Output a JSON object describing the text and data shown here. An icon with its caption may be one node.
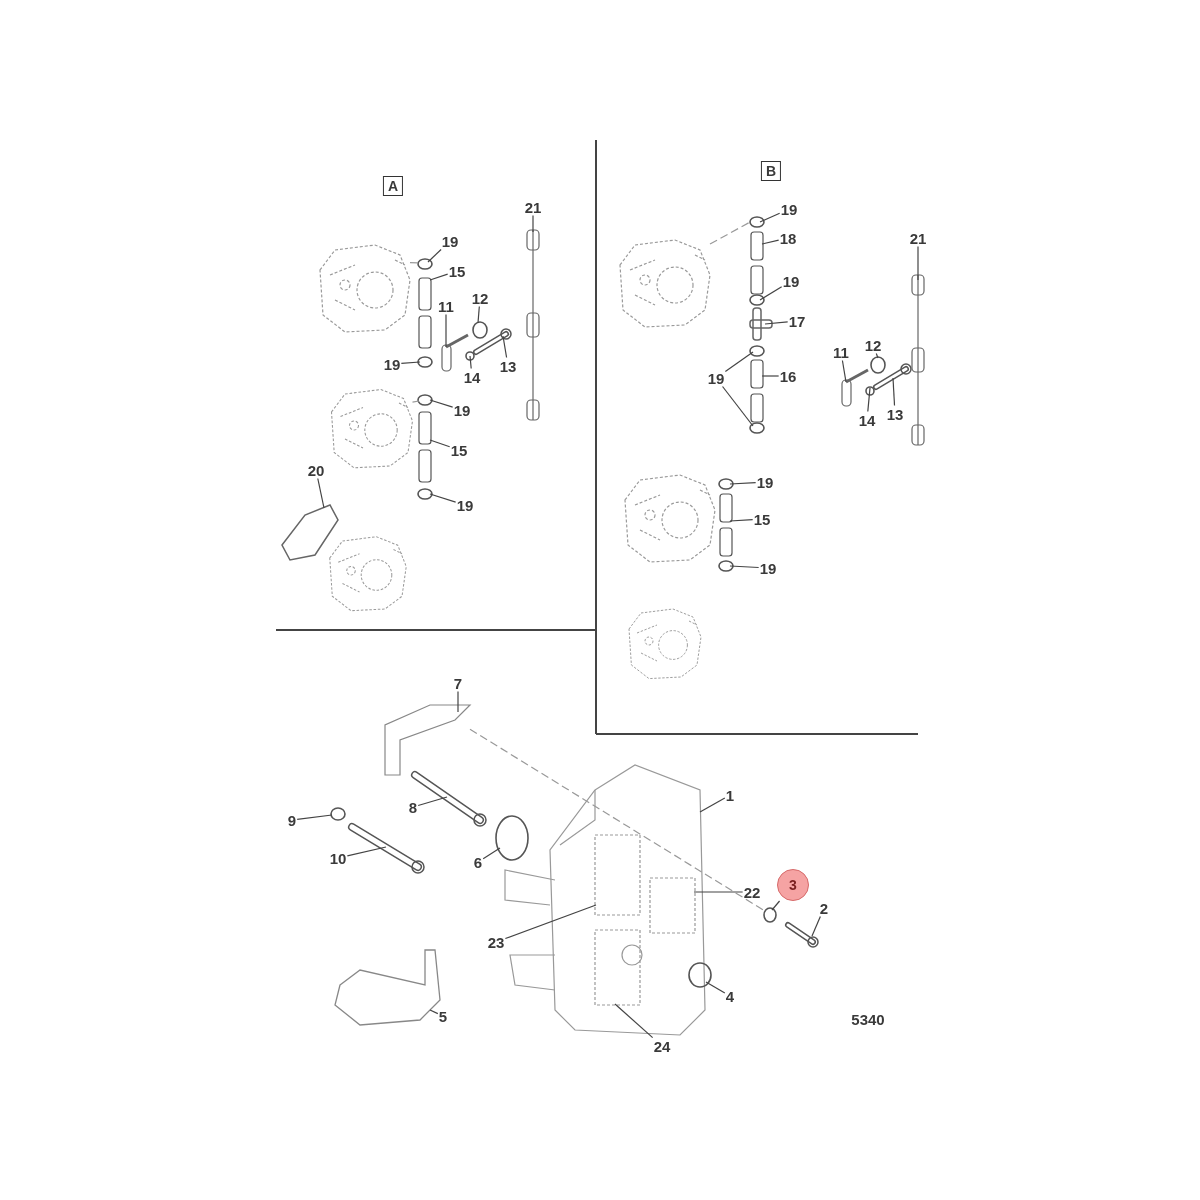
{
  "diagram": {
    "nodes": [
      {
        "text": [
          "A"
        ]
      },
      {
        "text": [
          "19"
        ]
      },
      {
        "text": [
          "15"
        ]
      },
      {
        "text": [
          "11"
        ]
      },
      {
        "text": [
          "12"
        ]
      },
      {
        "text": [
          "13"
        ]
      },
      {
        "text": [
          "14"
        ]
      },
      {
        "text": [
          "19"
        ]
      },
      {
        "text": [
          "19"
        ]
      },
      {
        "text": [
          "15"
        ]
      },
      {
        "text": [
          "19"
        ]
      },
      {
        "text": [
          "20"
        ]
      },
      {
        "text": [
          "21"
        ]
      },
      {
        "text": [
          "B"
        ]
      },
      {
        "text": [
          "19"
        ]
      },
      {
        "text": [
          "18"
        ]
      },
      {
        "text": [
          "19"
        ]
      },
      {
        "text": [
          "17"
        ]
      },
      {
        "text": [
          "19"
        ]
      },
      {
        "text": [
          "16"
        ]
      },
      {
        "text": [
          "11"
        ]
      },
      {
        "text": [
          "12"
        ]
      },
      {
        "text": [
          "13"
        ]
      },
      {
        "text": [
          "14"
        ]
      },
      {
        "text": [
          "21"
        ]
      },
      {
        "text": [
          "19"
        ]
      },
      {
        "text": [
          "15"
        ]
      },
      {
        "text": [
          "19"
        ]
      },
      {
        "text": [
          "7"
        ]
      },
      {
        "text": [
          "8"
        ]
      },
      {
        "text": [
          "9"
        ]
      },
      {
        "text": [
          "10"
        ]
      },
      {
        "text": [
          "6"
        ]
      },
      {
        "text": [
          "1"
        ]
      },
      {
        "text": [
          "22"
        ]
      },
      {
        "text": [
          "3"
        ]
      },
      {
        "text": [
          "2"
        ]
      },
      {
        "text": [
          "4"
        ]
      },
      {
        "text": [
          "24"
        ]
      },
      {
        "text": [
          "23"
        ]
      },
      {
        "text": [
          "5"
        ]
      },
      {
        "text": [],
        "shape": "picture"
      },
      {
        "text": [],
        "shape": "circle"
      },
      {
        "text": [],
        "shape": "picture"
      },
      {
        "text": [],
        "shape": "picture"
      },
      {
        "text": [],
        "shape": "circle"
      },
      {
        "text": [],
        "shape": "picture"
      },
      {
        "text": [],
        "shape": "circle"
      },
      {
        "text": [],
        "shape": "circle"
      },
      {
        "text": [],
        "shape": "picture"
      },
      {
        "text": [],
        "shape": "circle"
      },
      {
        "text": [],
        "shape": "picture"
      },
      {
        "text": [],
        "shape": "circle"
      },
      {
        "text": [],
        "shape": "picture"
      },
      {
        "text": [],
        "shape": "picture"
      },
      {
        "text": [],
        "shape": "picture"
      },
      {
        "text": [],
        "shape": "picture"
      },
      {
        "text": [],
        "shape": "circle"
      },
      {
        "text": [],
        "shape": "picture"
      },
      {
        "text": [],
        "shape": "circle"
      },
      {
        "text": [],
        "shape": "picture"
      },
      {
        "text": [],
        "shape": "circle"
      },
      {
        "text": [],
        "shape": "picture"
      },
      {
        "text": [],
        "shape": "circle"
      },
      {
        "text": [],
        "shape": "picture"
      },
      {
        "text": [],
        "shape": "circle"
      },
      {
        "text": [],
        "shape": "picture"
      },
      {
        "text": [],
        "shape": "circle"
      },
      {
        "text": [],
        "shape": "picture"
      },
      {
        "text": [],
        "shape": "picture"
      },
      {
        "text": [],
        "shape": "circle"
      },
      {
        "text": [],
        "shape": "picture"
      },
      {
        "text": [],
        "shape": "circle"
      },
      {
        "text": [],
        "shape": "picture"
      },
      {
        "text": [],
        "shape": "picture"
      },
      {
        "text": [],
        "shape": "picture"
      },
      {
        "text": [],
        "shape": "circle"
      },
      {
        "text": [],
        "shape": "picture"
      },
      {
        "text": [],
        "shape": "circle"
      },
      {
        "text": [],
        "shape": "picture"
      },
      {
        "text": [],
        "shape": "box",
        "in": 79
      },
      {
        "text": [],
        "shape": "box",
        "in": 79
      },
      {
        "text": [],
        "shape": "box",
        "in": 79
      },
      {
        "text": [],
        "shape": "circle"
      },
      {
        "text": [],
        "shape": "picture"
      },
      {
        "text": [],
        "shape": "circle"
      },
      {
        "text": [],
        "shape": "picture"
      }
    ],
    "edges": [
      {
        "from": 1,
        "to": 42,
        "arrow": "none"
      },
      {
        "from": 2,
        "to": 43,
        "arrow": "none"
      },
      {
        "from": 3,
        "to": 44,
        "arrow": "none"
      },
      {
        "from": 4,
        "to": 45,
        "arrow": "none"
      },
      {
        "from": 5,
        "to": 46,
        "arrow": "none"
      },
      {
        "from": 6,
        "to": 47,
        "arrow": "none"
      },
      {
        "from": 7,
        "to": 48,
        "arrow": "none"
      },
      {
        "from": 8,
        "to": 50,
        "arrow": "none"
      },
      {
        "from": 9,
        "to": 51,
        "arrow": "none"
      },
      {
        "from": 10,
        "to": 52,
        "arrow": "none"
      },
      {
        "from": 11,
        "to": 53,
        "arrow": "none"
      },
      {
        "from": 12,
        "to": 55,
        "arrow": "none"
      },
      {
        "from": 14,
        "to": 57,
        "arrow": "none"
      },
      {
        "from": 15,
        "to": 58,
        "arrow": "none"
      },
      {
        "from": 16,
        "to": 59,
        "arrow": "none"
      },
      {
        "from": 17,
        "to": 60,
        "arrow": "none"
      },
      {
        "from": 18,
        "to": 61,
        "arrow": "none"
      },
      {
        "from": 18,
        "to": 63,
        "arrow": "none"
      },
      {
        "from": 19,
        "to": 62,
        "arrow": "none"
      },
      {
        "from": 20,
        "to": 64,
        "arrow": "none"
      },
      {
        "from": 21,
        "to": 65,
        "arrow": "none"
      },
      {
        "from": 22,
        "to": 66,
        "arrow": "none"
      },
      {
        "from": 23,
        "to": 67,
        "arrow": "none"
      },
      {
        "from": 24,
        "to": 68,
        "arrow": "none"
      },
      {
        "from": 25,
        "to": 70,
        "arrow": "none"
      },
      {
        "from": 26,
        "to": 71,
        "arrow": "none"
      },
      {
        "from": 27,
        "to": 72,
        "arrow": "none"
      },
      {
        "from": 28,
        "to": 74,
        "arrow": "none"
      },
      {
        "from": 29,
        "to": 75,
        "arrow": "none"
      },
      {
        "from": 30,
        "to": 76,
        "arrow": "none"
      },
      {
        "from": 31,
        "to": 77,
        "arrow": "none"
      },
      {
        "from": 32,
        "to": 78,
        "arrow": "none"
      },
      {
        "from": 33,
        "to": 79,
        "arrow": "none"
      },
      {
        "from": 34,
        "to": 80,
        "arrow": "none"
      },
      {
        "from": 35,
        "to": 83,
        "arrow": "none"
      },
      {
        "from": 36,
        "to": 84,
        "arrow": "none"
      },
      {
        "from": 37,
        "to": 85,
        "arrow": "none"
      },
      {
        "from": 38,
        "to": 82,
        "arrow": "none"
      },
      {
        "from": 39,
        "to": 81,
        "arrow": "none"
      },
      {
        "from": 40,
        "to": 86,
        "arrow": "none"
      },
      {
        "from": 41,
        "to": 42,
        "arrow": "none",
        "style": "dashed"
      },
      {
        "from": 49,
        "to": 50,
        "arrow": "none",
        "style": "dashed"
      },
      {
        "from": 56,
        "to": 57,
        "arrow": "none",
        "style": "dashed"
      },
      {
        "from": 74,
        "to": 83,
        "arrow": "none",
        "style": "dashed"
      }
    ],
    "labels": [
      "5340"
    ]
  }
}
